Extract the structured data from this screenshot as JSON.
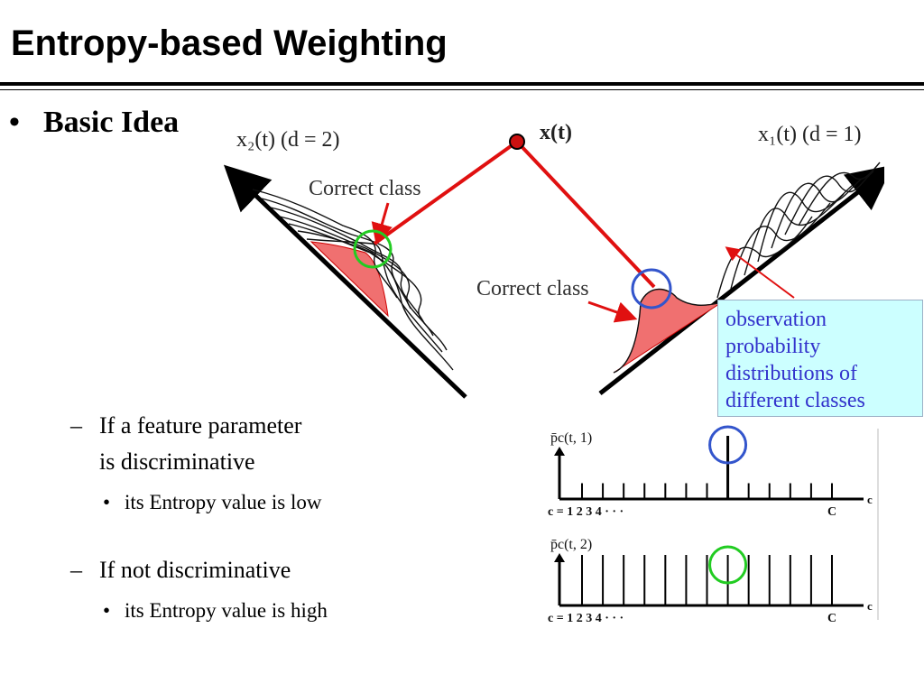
{
  "slide": {
    "title": "Entropy-based Weighting",
    "bullet": "Basic Idea",
    "items": [
      {
        "lines": [
          "If a feature parameter",
          "is discriminative"
        ],
        "sub": "its Entropy value is low"
      },
      {
        "lines": [
          "If not discriminative"
        ],
        "sub": "its Entropy value is high"
      }
    ]
  },
  "figure": {
    "axis2_label": "x₂(t)  (d = 2)",
    "axis1_label": "x₁(t)  (d = 1)",
    "point_label": "x(t)",
    "correct_class_left": "Correct class",
    "correct_class_right": "Correct class",
    "callout_lines": [
      "observation",
      "probability",
      "distributions of",
      "different classes"
    ]
  },
  "chart_data": [
    {
      "type": "bar",
      "ylabel": "p̄c(t, 1)",
      "xlabel": "c",
      "categories": [
        "1",
        "2",
        "3",
        "4",
        "...",
        "...",
        "...",
        "...",
        "...",
        "...",
        "...",
        "...",
        "C"
      ],
      "tick_labels": {
        "start": "c = 1  2  3  4  · · ·",
        "end": "C"
      },
      "values": [
        0.25,
        0.25,
        0.25,
        0.25,
        0.25,
        0.25,
        0.25,
        1.0,
        0.25,
        0.25,
        0.25,
        0.25,
        0.25
      ],
      "highlight_index": 7,
      "highlight_color": "#3355cc"
    },
    {
      "type": "bar",
      "ylabel": "p̄c(t, 2)",
      "xlabel": "c",
      "categories": [
        "1",
        "2",
        "3",
        "4",
        "...",
        "...",
        "...",
        "...",
        "...",
        "...",
        "...",
        "...",
        "C"
      ],
      "tick_labels": {
        "start": "c = 1  2  3  4  · · ·",
        "end": "C"
      },
      "values": [
        0.8,
        0.8,
        0.8,
        0.8,
        0.8,
        0.8,
        0.8,
        0.8,
        0.8,
        0.8,
        0.8,
        0.8,
        0.8
      ],
      "highlight_index": 7,
      "highlight_color": "#22cc22"
    }
  ],
  "colors": {
    "accent_red": "#e01010",
    "fill_red": "#f07070",
    "callout_bg": "#ccffff",
    "callout_text": "#3333cc",
    "circle_blue": "#3355cc",
    "circle_green": "#22cc22"
  }
}
